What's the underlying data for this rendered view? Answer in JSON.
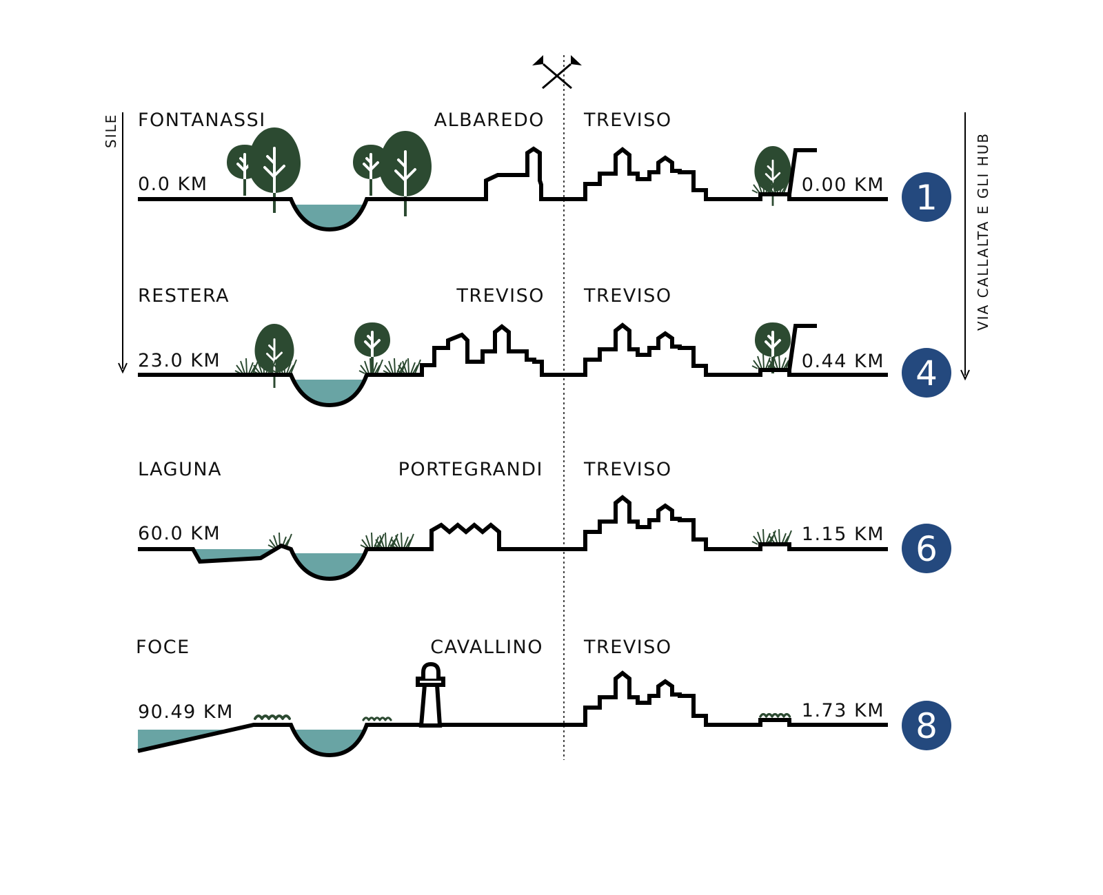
{
  "diagram": {
    "left_axis_label": "SILE",
    "right_axis_label": "VIA CALLALTA E GLI HUB",
    "badge_color": "#24497e",
    "water_color": "#69a4a4",
    "vegetation_color": "#2c4a31",
    "top_icon": "crossed-flags-icon",
    "sections": [
      {
        "number": "1",
        "left_place": "FONTANASSI",
        "left_km": "0.0 KM",
        "middle_place": "ALBAREDO",
        "right_place": "TREVISO",
        "right_km": "0.00 KM"
      },
      {
        "number": "4",
        "left_place": "RESTERA",
        "left_km": "23.0 KM",
        "middle_place": "TREVISO",
        "right_place": "TREVISO",
        "right_km": "0.44 KM"
      },
      {
        "number": "6",
        "left_place": "LAGUNA",
        "left_km": "60.0 KM",
        "middle_place": "PORTEGRANDI",
        "right_place": "TREVISO",
        "right_km": "1.15 KM"
      },
      {
        "number": "8",
        "left_place": "FOCE",
        "left_km": "90.49 KM",
        "middle_place": "CAVALLINO",
        "right_place": "TREVISO",
        "right_km": "1.73 KM"
      }
    ]
  }
}
